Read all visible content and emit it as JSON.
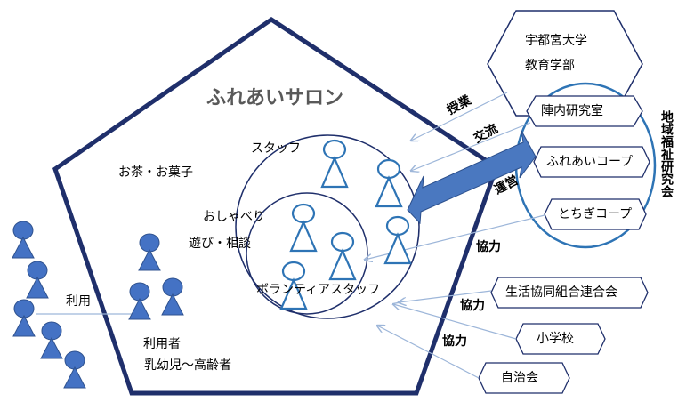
{
  "salon": {
    "title": "ふれあいサロン",
    "activity_tea": "お茶・お菓子",
    "activity_chat": "おしゃべり",
    "activity_play": "遊び・相談",
    "staff": "スタッフ",
    "volunteer_staff": "ボランティアスタッフ",
    "users_title": "利用者",
    "users_range": "乳幼児～高齢者",
    "use_label": "利用"
  },
  "university": {
    "name_line1": "宇都宮大学",
    "name_line2": "教育学部",
    "lab": "陣内研究室"
  },
  "council": {
    "name": "地域福祉研究会",
    "coop_fureai": "ふれあいコープ",
    "coop_tochigi": "とちぎコープ"
  },
  "partners": {
    "federation": "生活協同組合連合会",
    "school": "小学校",
    "residents": "自治会"
  },
  "relations": {
    "class": "授業",
    "exchange": "交流",
    "operate": "運営",
    "coop1": "協力",
    "coop2": "協力",
    "coop3": "協力"
  },
  "colors": {
    "navy": "#1F2F6B",
    "blue": "#2E74B5",
    "arrow": "#4A78C0",
    "person": "#2E74B5",
    "user_person": "#4472C4",
    "thin_arrow": "#9DB6D9"
  }
}
